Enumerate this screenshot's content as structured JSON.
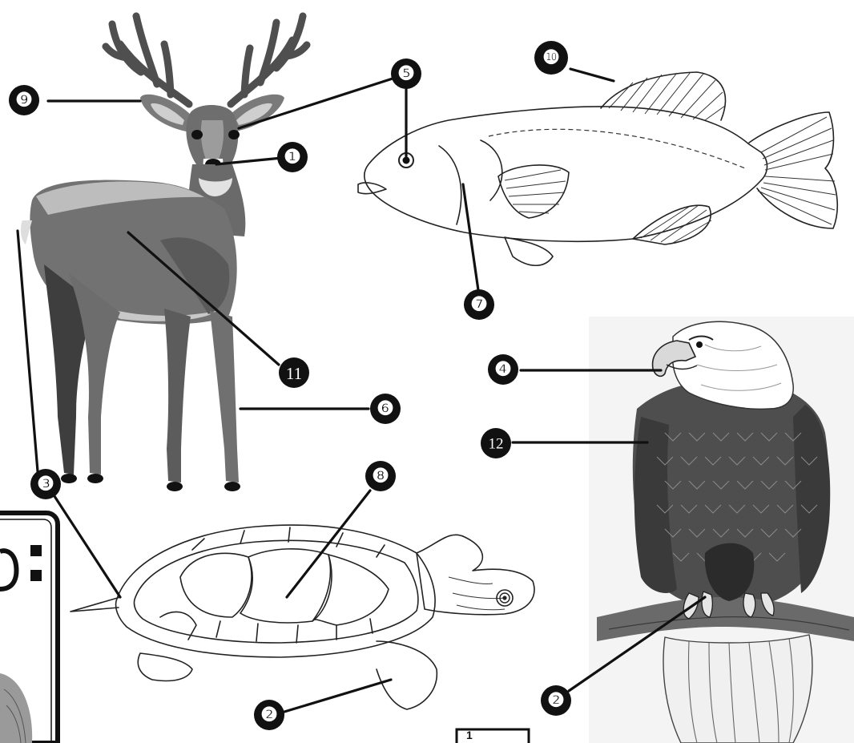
{
  "labels": {
    "l1": "❶",
    "l2a": "❷",
    "l2b": "❷",
    "l3": "❸",
    "l4": "❹",
    "l5": "❺",
    "l6": "❻",
    "l7": "❼",
    "l8": "❽",
    "l9": "❾",
    "l10": "❿",
    "l11": "11",
    "l12": "12"
  },
  "corner_text": ":",
  "box_text": "1",
  "colors": {
    "ink": "#111111",
    "deer_dark": "#5a5a5a",
    "deer_mid": "#7d7d7d",
    "deer_light": "#b9b9b9",
    "eagle_body": "#4a4a4a",
    "eagle_bg": "#f2f2f2"
  }
}
